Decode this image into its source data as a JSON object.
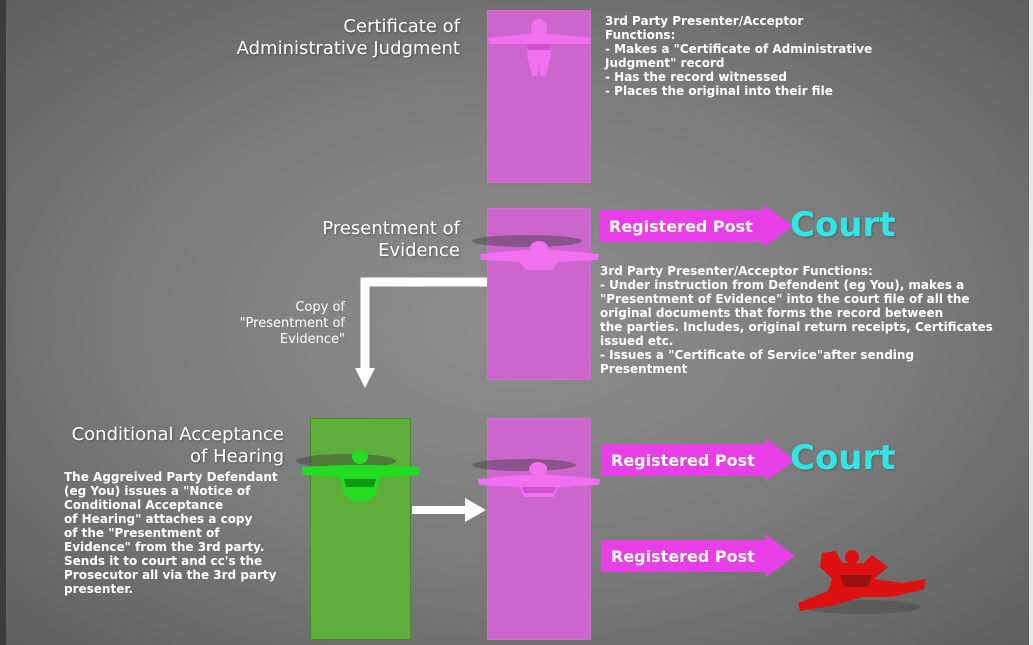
{
  "top_section": {
    "heading": "Certificate of\nAdministrative Judgment",
    "info": "3rd Party Presenter/Acceptor\nFunctions:\n- Makes a \"Certificate of Administrative\n  Judgment\" record\n- Has the record witnessed\n- Places the original into their file"
  },
  "middle_section": {
    "heading": "Presentment of\nEvidence",
    "post_label": "Registered Post",
    "court_label": "Court",
    "copy_label": "Copy of\n\"Presentment of\nEvidence\"",
    "info": "3rd Party Presenter/Acceptor Functions:\n- Under instruction from Defendent (eg You), makes a\n  \"Presentment of Evidence\" into the court file of all the\n  original documents that forms the record between\n  the parties. Includes, original return receipts, Certificates\n  issued etc.\n- Issues a \"Certificate of Service\"after sending\n  Presentment"
  },
  "bottom_section": {
    "heading": "Conditional Acceptance\nof Hearing",
    "description": "The Aggreived Party Defendant\n (eg You) issues a \"Notice of\nConditional Acceptance\nof Hearing\" attaches a copy\n of the  \"Presentment of\nEvidence\" from the 3rd party.\nSends it to court and cc's the\n Prosecutor all via the 3rd party\npresenter.",
    "post_label_court": "Registered Post",
    "court_label": "Court",
    "post_label_prosecutor": "Registered Post"
  },
  "colors": {
    "pillar_pink": "#cc66cc",
    "figure_pink": "#ee55ee",
    "arrow_magenta": "#e83ee8",
    "pillar_green": "#5fad3b",
    "figure_green": "#22dd22",
    "figure_red": "#dd1111",
    "court_cyan": "#33e6e6",
    "background": "#7a7a7a"
  },
  "icons": {
    "presenter_figure": "person-figure-icon",
    "defendant_figure": "person-figure-icon",
    "prosecutor_figure": "person-figure-icon"
  }
}
